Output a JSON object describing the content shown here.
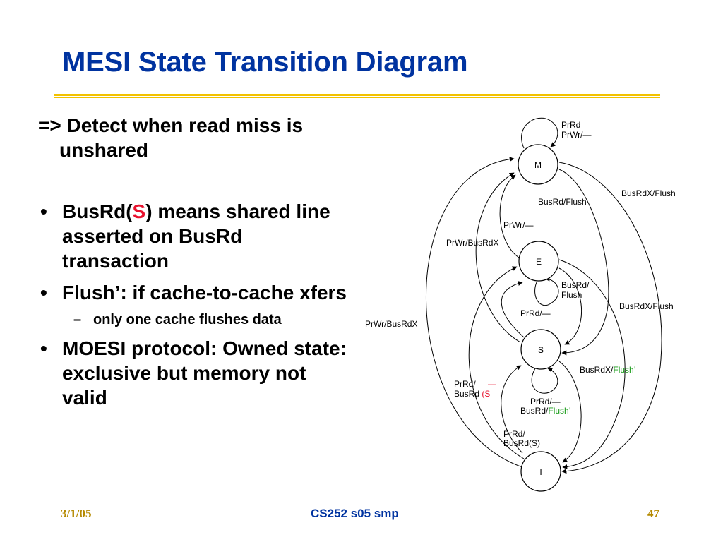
{
  "slide": {
    "title": "MESI State Transition Diagram",
    "intro": "=> Detect when read miss is unshared",
    "bullets": {
      "b1_pre": "BusRd(",
      "b1_s": "S",
      "b1_post": ") means shared line asserted on BusRd transaction",
      "b2": "Flush’: if cache-to-cache xfers",
      "b2_sub": "only one cache flushes data",
      "b3": "MOESI protocol: Owned state: exclusive but memory not valid"
    },
    "bullet_glyph": "•",
    "dash_glyph": "–"
  },
  "diagram": {
    "states": {
      "m": "M",
      "e": "E",
      "s": "S",
      "i": "I"
    },
    "labels": {
      "m_self_1": "PrRd",
      "m_self_2": "PrWr/—",
      "m_busrdx_flush": "BusRdX/Flush",
      "m_busrd_flush": "BusRd/Flush",
      "e_prwr": "PrWr/—",
      "s_prwr_busrdx": "PrWr/BusRdX",
      "e_busrd_1": "BusRd/",
      "e_busrd_2": "Flush",
      "e_busrdx_flush": "BusRdX/Flush",
      "e_prrd": "PrRd/—",
      "i_prwr_busrdx": "PrWr/BusRdX",
      "s_busrdx_pre": "BusRdX/",
      "s_busrdx_flush": "Flush’",
      "i_prrd_1": "PrRd/",
      "i_prrd_dash": "—",
      "i_prrd_2": "BusRd",
      "i_prrd_s": "(S",
      "s_self_1": "PrRd/—",
      "s_self_2_pre": "BusRd/",
      "s_self_2_flush": "Flush’",
      "i_prrd_busrd_1": "PrRd/",
      "i_prrd_busrd_2": "BusRd(S)"
    }
  },
  "footer": {
    "date": "3/1/05",
    "course": "CS252 s05 smp",
    "page": "47"
  },
  "colors": {
    "title": "#0033a0",
    "rule": "#f2c200",
    "accent_red": "#e8112d",
    "flush_green": "#1a9c1a",
    "footer_gold": "#b58a00"
  }
}
